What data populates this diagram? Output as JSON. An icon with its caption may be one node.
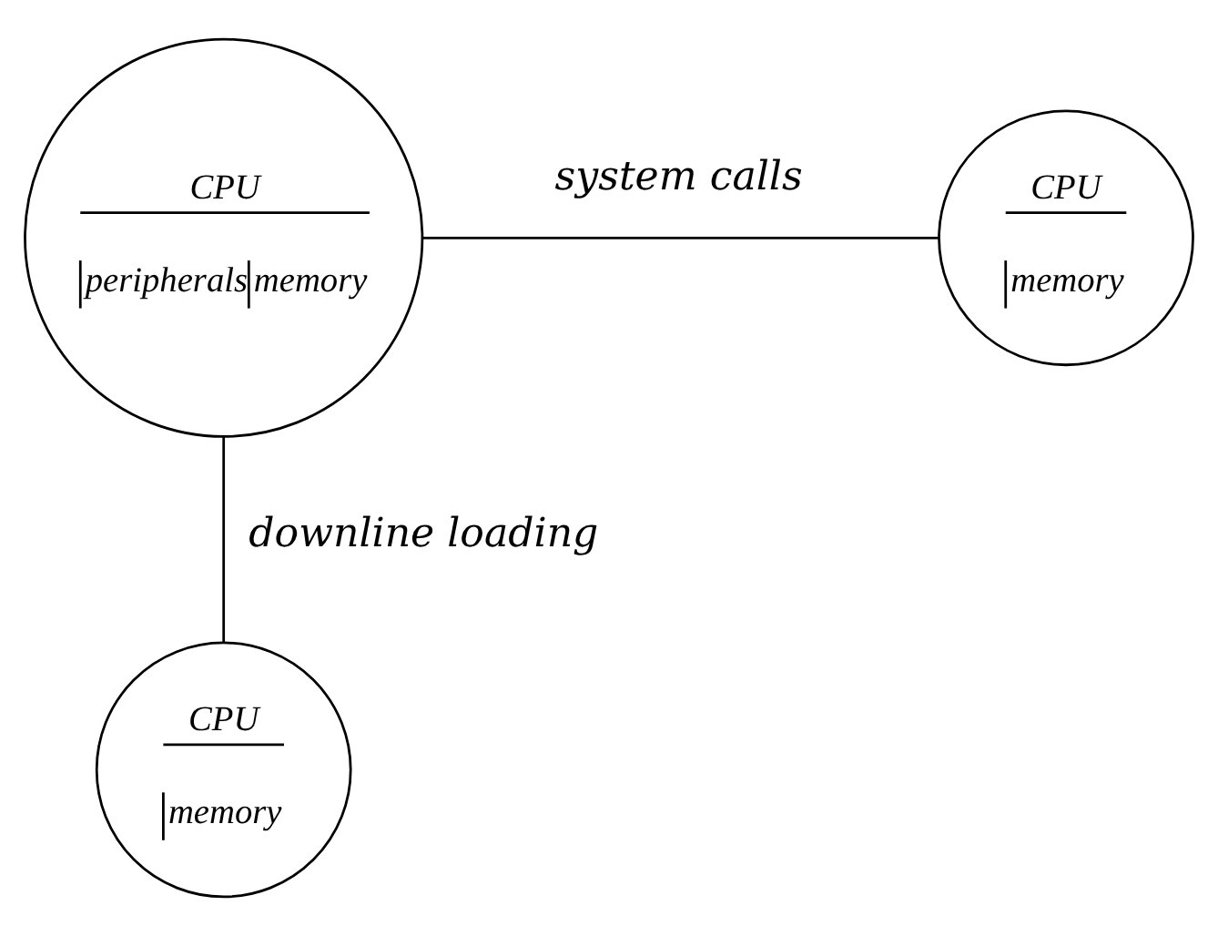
{
  "diagram": {
    "nodes": [
      {
        "text": [
          "CPU",
          "peripherals",
          "memory"
        ]
      },
      {
        "text": [
          "CPU",
          "memory"
        ]
      },
      {
        "text": [
          "CPU",
          "memory"
        ]
      }
    ],
    "edges": [
      {
        "from": 0,
        "to": 1,
        "arrow": "none",
        "label": "system calls"
      },
      {
        "from": 0,
        "to": 2,
        "arrow": "none",
        "label": "downline loading"
      }
    ]
  }
}
